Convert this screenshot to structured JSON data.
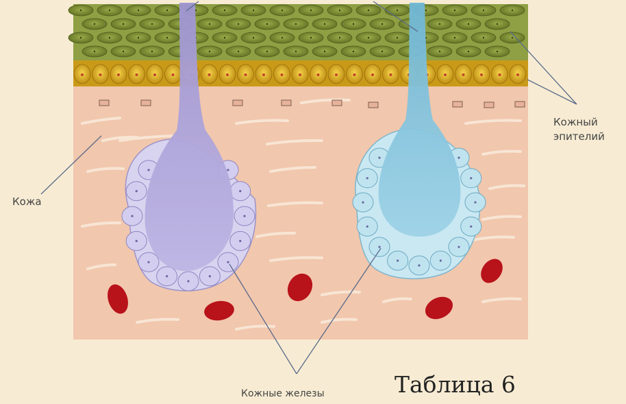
{
  "labels": {
    "skin": "Кожа",
    "epithelium_line1": "Кожный",
    "epithelium_line2": "эпителий",
    "glands": "Кожные железы",
    "table_title": "Таблица 6"
  },
  "colors": {
    "background": "#f7ecd3",
    "dermis": "#f1c7ad",
    "epidermis_upper": "#8a9a3c",
    "epidermis_basal": "#d2a51f",
    "gland_purple": "#c9c3e9",
    "gland_blue": "#b8e1ee",
    "blood_cells": "#b8121a",
    "leader_lines": "#5a6a8a"
  }
}
